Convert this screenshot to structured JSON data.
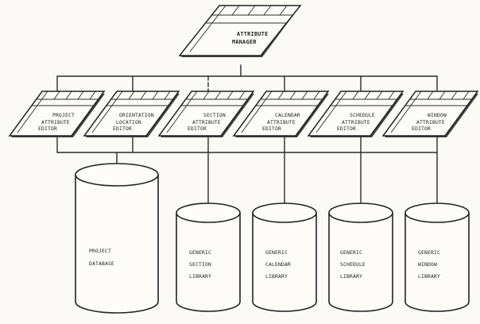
{
  "diagram": {
    "manager": {
      "line1": "ATTRIBUTE",
      "line2": "MANAGER"
    },
    "editors": [
      {
        "line1": "PROJECT",
        "line2": "ATTRIBUTE",
        "line3": "EDITOR"
      },
      {
        "line1": "ORIENTATION",
        "line2": "LOCATION",
        "line3": "EDITOR"
      },
      {
        "line1": "SECTION",
        "line2": "ATTRIBUTE",
        "line3": "EDITOR"
      },
      {
        "line1": "CALENDAR",
        "line2": "ATTRIBUTE",
        "line3": "EDITOR"
      },
      {
        "line1": "SCHEDULE",
        "line2": "ATTRIBUTE",
        "line3": "EDITOR"
      },
      {
        "line1": "WINDOW",
        "line2": "ATTRIBUTE",
        "line3": "EDITOR"
      }
    ],
    "databases": [
      {
        "line1": "PROJECT",
        "line2": "DATABASE",
        "line3": ""
      },
      {
        "line1": "GENERIC",
        "line2": "SECTION",
        "line3": "LIBRARY"
      },
      {
        "line1": "GENERIC",
        "line2": "CALENDAR",
        "line3": "LIBRARY"
      },
      {
        "line1": "GENERIC",
        "line2": "SCHEDULE",
        "line3": "LIBRARY"
      },
      {
        "line1": "GENERIC",
        "line2": "WINDOW",
        "line3": "LIBRARY"
      }
    ]
  }
}
